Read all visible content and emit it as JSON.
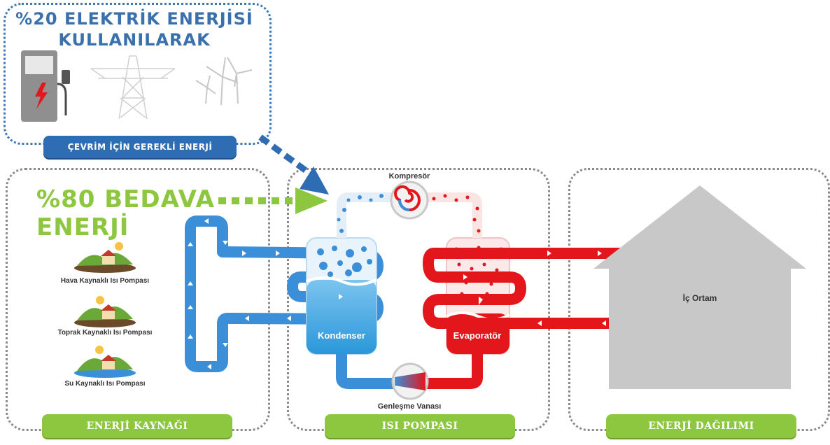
{
  "top_box": {
    "title_line1": "%20 ELEKTRİK ENERJİSİ",
    "title_line2": "KULLANILARAK",
    "tag": "ÇEVRİM İÇİN GEREKLİ ENERJİ"
  },
  "left_box": {
    "free_energy_line1": "%80 BEDAVA",
    "free_energy_line2": "ENERJİ",
    "sources": [
      {
        "label": "Hava Kaynaklı Isı Pompası",
        "icon": "air-source-landscape-icon"
      },
      {
        "label": "Toprak Kaynaklı Isı Pompası",
        "icon": "ground-source-landscape-icon"
      },
      {
        "label": "Su Kaynaklı Isı Pompası",
        "icon": "water-source-landscape-icon"
      }
    ],
    "footer": "ENERJİ KAYNAĞI"
  },
  "middle_box": {
    "compressor": "Kompresör",
    "condenser": "Kondenser",
    "evaporator": "Evaporatör",
    "expansion_valve": "Genleşme Vanası",
    "footer": "ISI POMPASI"
  },
  "right_box": {
    "indoor": "İç Ortam",
    "footer": "ENERJİ DAĞILIMI"
  },
  "colors": {
    "blue": "#3a8fd8",
    "red": "#e3161c",
    "green": "#8dc63f",
    "navy": "#2e6db4",
    "house": "#c8c8c8"
  }
}
